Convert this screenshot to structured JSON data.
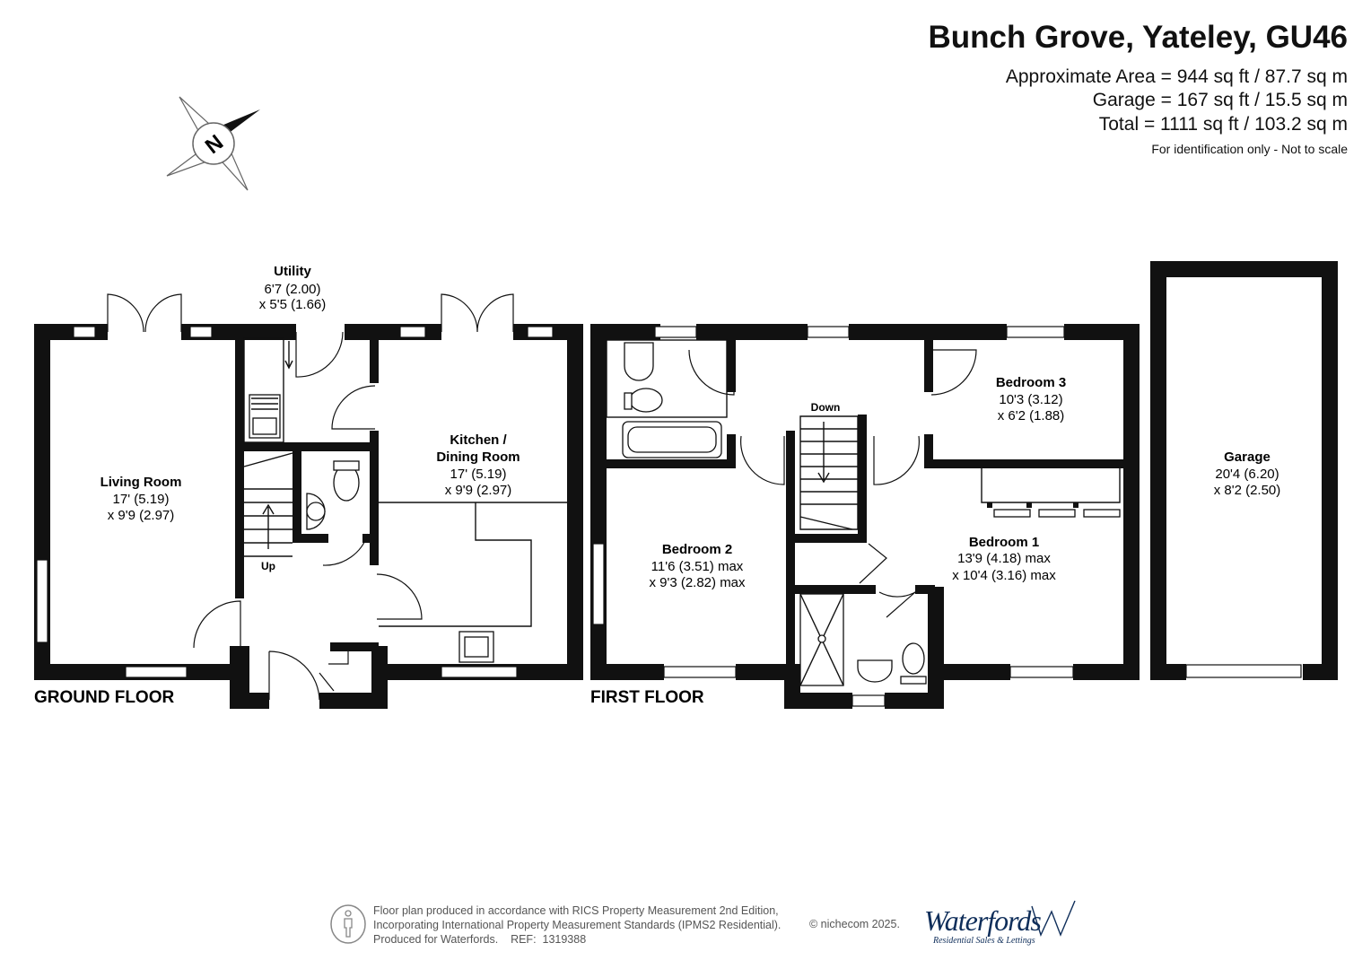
{
  "header": {
    "title": "Bunch Grove, Yateley, GU46",
    "areas": [
      "Approximate Area = 944 sq ft / 87.7 sq m",
      "Garage = 167 sq ft / 15.5 sq m",
      "Total = 1111 sq ft / 103.2 sq m"
    ],
    "note": "For identification only - Not to scale"
  },
  "compass": {
    "letter": "N",
    "icon": "north-arrow-icon"
  },
  "floors": {
    "ground": "GROUND FLOOR",
    "first": "FIRST FLOOR"
  },
  "rooms": {
    "utility": {
      "name": "Utility",
      "dim1": "6'7 (2.00)",
      "dim2": "x 5'5 (1.66)"
    },
    "living": {
      "name": "Living Room",
      "dim1": "17' (5.19)",
      "dim2": "x 9'9 (2.97)"
    },
    "kitchen": {
      "name1": "Kitchen /",
      "name2": "Dining Room",
      "dim1": "17' (5.19)",
      "dim2": "x 9'9 (2.97)"
    },
    "bedroom3": {
      "name": "Bedroom 3",
      "dim1": "10'3 (3.12)",
      "dim2": "x 6'2 (1.88)"
    },
    "bedroom2": {
      "name": "Bedroom 2",
      "dim1": "11'6 (3.51) max",
      "dim2": "x 9'3 (2.82) max"
    },
    "bedroom1": {
      "name": "Bedroom 1",
      "dim1": "13'9 (4.18) max",
      "dim2": "x 10'4 (3.16) max"
    },
    "garage": {
      "name": "Garage",
      "dim1": "20'4 (6.20)",
      "dim2": "x 8'2 (2.50)"
    }
  },
  "stairs": {
    "up": "Up",
    "down": "Down"
  },
  "footer": {
    "lines": [
      "Floor plan produced in accordance with RICS Property Measurement 2nd Edition,",
      "Incorporating International Property Measurement Standards (IPMS2 Residential).",
      "Produced for Waterfords.    REF:  1319388"
    ],
    "copyright": "© nichecom 2025.",
    "brand": "Waterfords",
    "brand_tagline": "Residential Sales & Lettings",
    "colors": {
      "brand": "#0f2e5a",
      "walls": "#111111"
    }
  }
}
